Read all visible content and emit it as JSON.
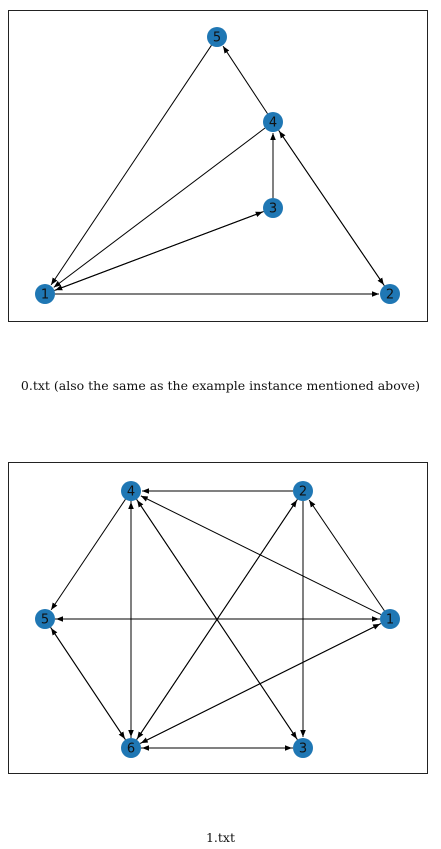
{
  "colors": {
    "node": "#1f77b4",
    "edge": "#000000",
    "label": "#111111"
  },
  "graphs": [
    {
      "caption": "0.txt (also the same as the example instance mentioned above)",
      "nodes": [
        "5",
        "4",
        "3",
        "1",
        "2"
      ],
      "edges": [
        [
          "1",
          "2"
        ],
        [
          "3",
          "4"
        ],
        [
          "4",
          "5"
        ],
        [
          "5",
          "1"
        ],
        [
          "4",
          "1"
        ],
        [
          "1",
          "3"
        ],
        [
          "3",
          "1"
        ],
        [
          "4",
          "2"
        ],
        [
          "2",
          "4"
        ]
      ]
    },
    {
      "caption": "1.txt",
      "nodes": [
        "4",
        "2",
        "5",
        "1",
        "6",
        "3"
      ],
      "edges": [
        [
          "2",
          "4"
        ],
        [
          "1",
          "2"
        ],
        [
          "1",
          "4"
        ],
        [
          "1",
          "5"
        ],
        [
          "5",
          "1"
        ],
        [
          "4",
          "5"
        ],
        [
          "4",
          "6"
        ],
        [
          "6",
          "4"
        ],
        [
          "4",
          "3"
        ],
        [
          "3",
          "4"
        ],
        [
          "2",
          "3"
        ],
        [
          "2",
          "6"
        ],
        [
          "6",
          "2"
        ],
        [
          "6",
          "1"
        ],
        [
          "1",
          "6"
        ],
        [
          "5",
          "6"
        ],
        [
          "6",
          "5"
        ],
        [
          "6",
          "3"
        ],
        [
          "3",
          "6"
        ]
      ]
    }
  ]
}
